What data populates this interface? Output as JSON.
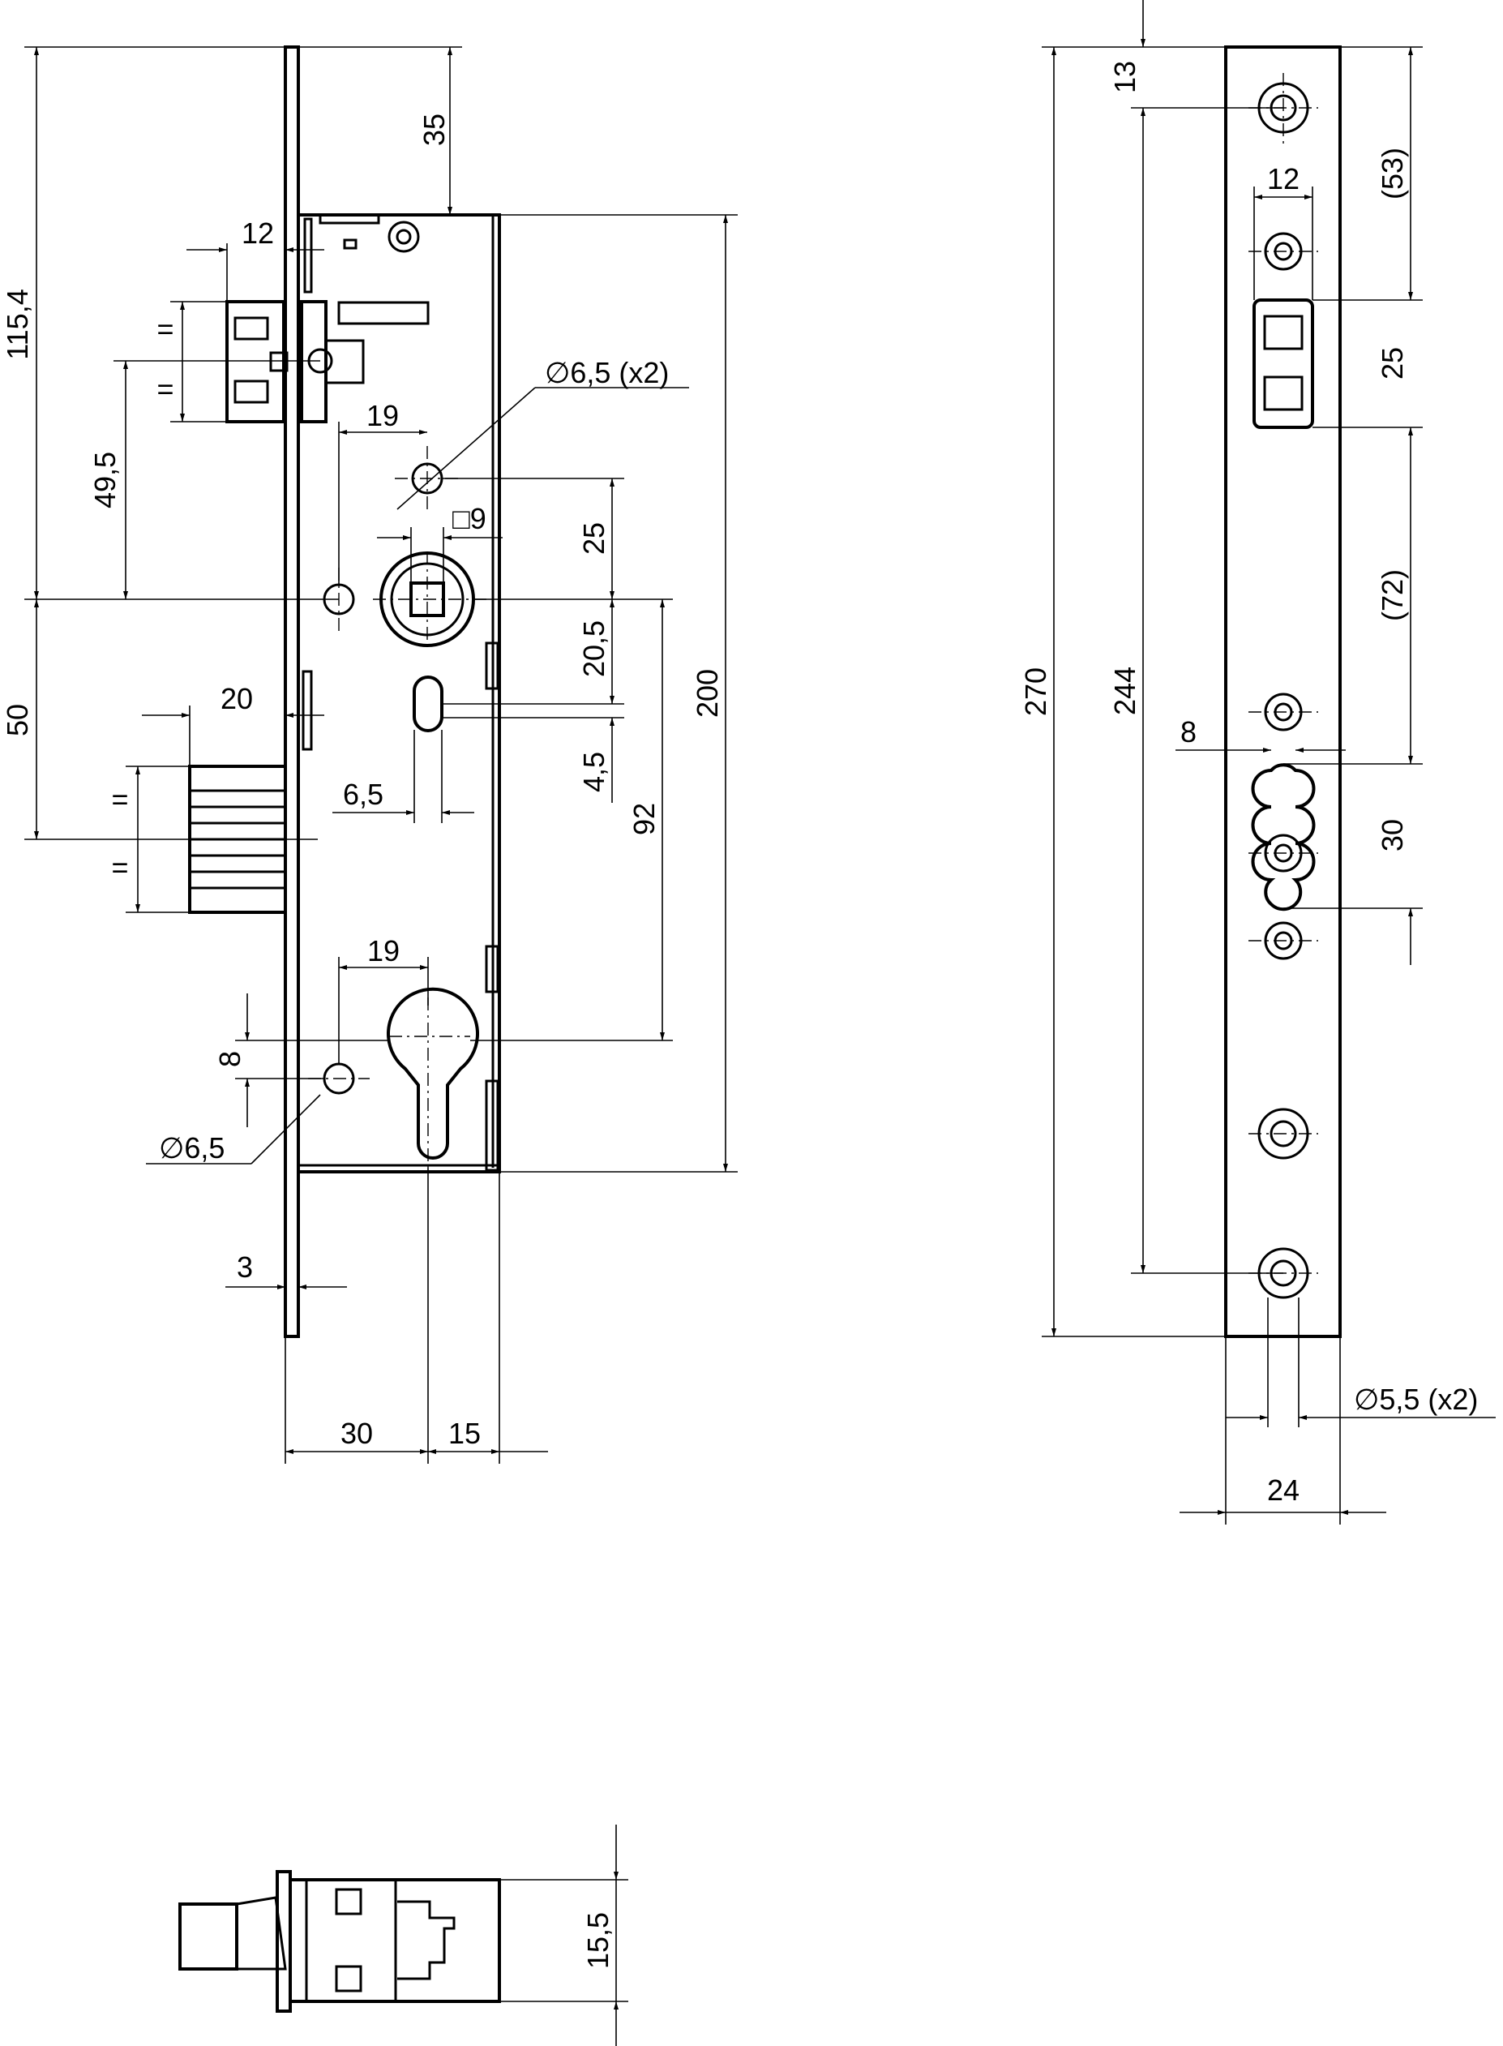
{
  "front_view": {
    "dimensions": {
      "overall_height_to_handle": "115,4",
      "forend_top_to_case": "35",
      "latch_offset": "12",
      "latch_eq_top": "=",
      "latch_eq_bottom": "=",
      "latch_to_handle": "49,5",
      "handle_to_bolt": "50",
      "bolt_throw": "20",
      "bolt_eq_top": "=",
      "bolt_eq_bottom": "=",
      "fixing_hole_top": "∅6,5 (x2)",
      "hole_offset_top": "19",
      "spindle_square": "□9",
      "hole_to_spindle": "25",
      "spindle_to_slot": "20,5",
      "slot_height": "4,5",
      "slot_width": "6,5",
      "case_height": "200",
      "handle_to_cylinder": "92",
      "hole_offset_bottom": "19",
      "cylinder_hole_offset": "8",
      "fixing_hole_bottom": "∅6,5",
      "forend_thickness": "3",
      "backset": "30",
      "case_rear": "15"
    }
  },
  "forend_view": {
    "dimensions": {
      "top_to_first_hole": "13",
      "top_section": "(53)",
      "latch_width": "12",
      "latch_height": "25",
      "mid_section": "(72)",
      "hole_spacing": "244",
      "overall_length": "270",
      "bolt_width": "8",
      "bolt_height": "30",
      "screw_holes": "∅5,5 (x2)",
      "forend_width": "24"
    }
  },
  "top_view": {
    "dimensions": {
      "case_depth": "15,5"
    }
  }
}
